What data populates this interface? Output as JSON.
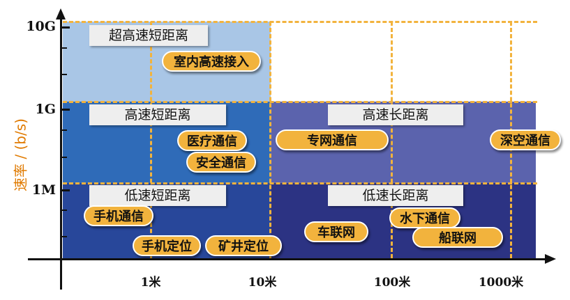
{
  "axes": {
    "y_title": "速率 / (b/s)",
    "y_ticks": [
      "10G",
      "1G",
      "1M"
    ],
    "x_ticks": [
      "1米",
      "10米",
      "100米",
      "1000米"
    ]
  },
  "regions": {
    "ultra_high_short": {
      "title": "超高速短距离",
      "color": "#a9c6e6"
    },
    "high_short": {
      "title": "高速短距离",
      "color": "#2f6bb8"
    },
    "high_long": {
      "title": "高速长距离",
      "color": "#5b63ad"
    },
    "low_short": {
      "title": "低速短距离",
      "color": "#28479a"
    },
    "low_long": {
      "title": "低速长距离",
      "color": "#2c3383"
    }
  },
  "applications": {
    "indoor_access": "室内高速接入",
    "medical": "医疗通信",
    "security": "安全通信",
    "private_network": "专网通信",
    "deep_space": "深空通信",
    "phone_comm": "手机通信",
    "phone_location": "手机定位",
    "mine_location": "矿井定位",
    "vehicle_network": "车联网",
    "underwater": "水下通信",
    "ship_network": "船联网"
  },
  "colors": {
    "pill": "#f2b33d",
    "dash": "#f2b33d",
    "title_box": "#eeeeee",
    "axis_title": "#e07a00"
  }
}
